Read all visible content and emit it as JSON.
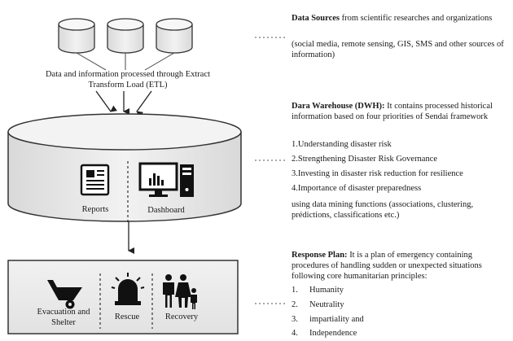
{
  "etl_label": "Data and information processed through Extract Transform Load (ETL)",
  "warehouse": {
    "reports_label": "Reports",
    "dashboard_label": "Dashboard"
  },
  "response_box": {
    "evacuation_label": "Evacuation and Shelter",
    "rescue_label": "Rescue",
    "recovery_label": "Recovery"
  },
  "annotations": {
    "data_sources": {
      "title": "Data Sources",
      "text": "from scientific researches and organizations",
      "note": "(social media, remote sensing, GIS,  SMS and other sources of information)"
    },
    "dwh": {
      "title": "Dara Warehouse (DWH):",
      "text": "It contains processed historical  information based on four priorities of Sendai framework",
      "priorities": [
        "1.Understanding disaster risk",
        "2.Strengthening Disaster Risk Governance",
        "3.Investing in disaster risk reduction for resilience",
        "4.Importance of disaster preparedness"
      ],
      "note": "using data mining  functions (associations, clustering, prédictions, classifications etc.)"
    },
    "response": {
      "title": "Response Plan:",
      "text": "It is a plan of emergency containing procedures of handling  sudden or unexpected situations following core humanitarian principles:",
      "principles": [
        {
          "num": "1.",
          "label": "Humanity"
        },
        {
          "num": "2.",
          "label": "Neutrality"
        },
        {
          "num": "3.",
          "label": "impartiality and"
        },
        {
          "num": "4.",
          "label": "Independence"
        }
      ]
    }
  },
  "colors": {
    "shape_fill": "#e8e8e8",
    "shape_fill_light": "#f4f4f4",
    "stroke": "#333333",
    "icon": "#1a1a1a"
  }
}
